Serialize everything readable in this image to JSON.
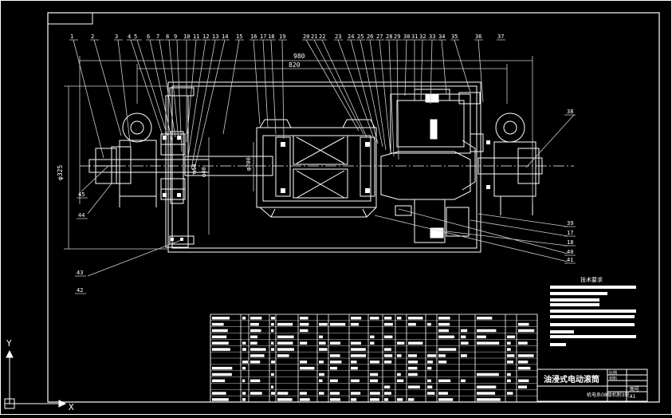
{
  "colors": {
    "background": "#000000",
    "line": "#ffffff",
    "dim_line": "#cfcfcf",
    "text": "#ffffff"
  },
  "drawing": {
    "callouts_top": [
      "1",
      "2",
      "3",
      "4",
      "5",
      "6",
      "7",
      "8",
      "9",
      "10",
      "11",
      "12",
      "13",
      "14",
      "15",
      "16",
      "17",
      "18",
      "19",
      "20",
      "21",
      "22",
      "23",
      "24",
      "25",
      "26",
      "27",
      "28",
      "29",
      "30",
      "31",
      "32",
      "33",
      "34",
      "35",
      "36",
      "37"
    ],
    "callouts_right": [
      "38",
      "39",
      "17",
      "18",
      "40",
      "41"
    ],
    "callouts_left": [
      "45",
      "44",
      "43",
      "42"
    ],
    "dim_980": "980",
    "dim_820": "820",
    "dim_325": "φ325",
    "dim_shaft_a": "φ40",
    "dim_shaft_b": "φ50",
    "dim_shaft_c": "φ200"
  },
  "tech_req": {
    "title": "技术要求"
  },
  "title_block": {
    "name": "油浸式电动滚筒",
    "subtitle": "机电系08级机制3班",
    "label_scale": "比例",
    "label_material": "材料",
    "label_sheet": "图号",
    "sheet_size": "A1"
  },
  "ucs": {
    "y": "Y",
    "x": "X"
  }
}
